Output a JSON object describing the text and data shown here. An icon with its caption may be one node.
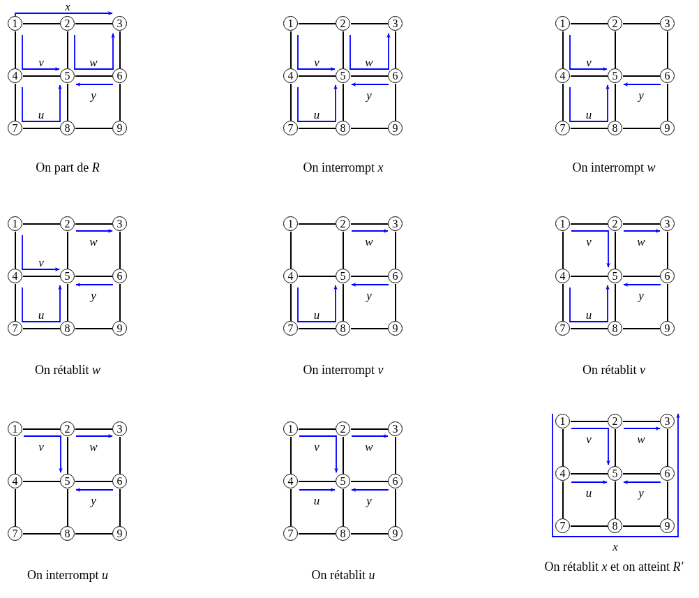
{
  "diagram": {
    "nodes": [
      {
        "text": [
          "1"
        ]
      },
      {
        "text": [
          "2"
        ]
      },
      {
        "text": [
          "3"
        ]
      },
      {
        "text": [
          "4"
        ]
      },
      {
        "text": [
          "5"
        ]
      },
      {
        "text": [
          "6"
        ]
      },
      {
        "text": [
          "7"
        ]
      },
      {
        "text": [
          "8"
        ]
      },
      {
        "text": [
          "9"
        ]
      },
      {
        "text": [
          "1"
        ]
      },
      {
        "text": [
          "2"
        ]
      },
      {
        "text": [
          "3"
        ]
      },
      {
        "text": [
          "4"
        ]
      },
      {
        "text": [
          "5"
        ]
      },
      {
        "text": [
          "6"
        ]
      },
      {
        "text": [
          "7"
        ]
      },
      {
        "text": [
          "8"
        ]
      },
      {
        "text": [
          "9"
        ]
      },
      {
        "text": [
          "1"
        ]
      },
      {
        "text": [
          "2"
        ]
      },
      {
        "text": [
          "3"
        ]
      },
      {
        "text": [
          "4"
        ]
      },
      {
        "text": [
          "5"
        ]
      },
      {
        "text": [
          "6"
        ]
      },
      {
        "text": [
          "7"
        ]
      },
      {
        "text": [
          "8"
        ]
      },
      {
        "text": [
          "9"
        ]
      },
      {
        "text": [
          "1"
        ]
      },
      {
        "text": [
          "2"
        ]
      },
      {
        "text": [
          "3"
        ]
      },
      {
        "text": [
          "4"
        ]
      },
      {
        "text": [
          "5"
        ]
      },
      {
        "text": [
          "6"
        ]
      },
      {
        "text": [
          "7"
        ]
      },
      {
        "text": [
          "8"
        ]
      },
      {
        "text": [
          "9"
        ]
      },
      {
        "text": [
          "1"
        ]
      },
      {
        "text": [
          "2"
        ]
      },
      {
        "text": [
          "3"
        ]
      },
      {
        "text": [
          "4"
        ]
      },
      {
        "text": [
          "5"
        ]
      },
      {
        "text": [
          "6"
        ]
      },
      {
        "text": [
          "7"
        ]
      },
      {
        "text": [
          "8"
        ]
      },
      {
        "text": [
          "9"
        ]
      },
      {
        "text": [
          "1"
        ]
      },
      {
        "text": [
          "2"
        ]
      },
      {
        "text": [
          "3"
        ]
      },
      {
        "text": [
          "4"
        ]
      },
      {
        "text": [
          "5"
        ]
      },
      {
        "text": [
          "6"
        ]
      },
      {
        "text": [
          "7"
        ]
      },
      {
        "text": [
          "8"
        ]
      },
      {
        "text": [
          "9"
        ]
      },
      {
        "text": [
          "1"
        ]
      },
      {
        "text": [
          "2"
        ]
      },
      {
        "text": [
          "3"
        ]
      },
      {
        "text": [
          "4"
        ]
      },
      {
        "text": [
          "5"
        ]
      },
      {
        "text": [
          "6"
        ]
      },
      {
        "text": [
          "7"
        ]
      },
      {
        "text": [
          "8"
        ]
      },
      {
        "text": [
          "9"
        ]
      },
      {
        "text": [
          "1"
        ]
      },
      {
        "text": [
          "2"
        ]
      },
      {
        "text": [
          "3"
        ]
      },
      {
        "text": [
          "4"
        ]
      },
      {
        "text": [
          "5"
        ]
      },
      {
        "text": [
          "6"
        ]
      },
      {
        "text": [
          "7"
        ]
      },
      {
        "text": [
          "8"
        ]
      },
      {
        "text": [
          "9"
        ]
      },
      {
        "text": [
          "1"
        ]
      },
      {
        "text": [
          "2"
        ]
      },
      {
        "text": [
          "3"
        ]
      },
      {
        "text": [
          "4"
        ]
      },
      {
        "text": [
          "5"
        ]
      },
      {
        "text": [
          "6"
        ]
      },
      {
        "text": [
          "7"
        ]
      },
      {
        "text": [
          "8"
        ]
      },
      {
        "text": [
          "9"
        ]
      }
    ],
    "edges": [
      {
        "from": 0,
        "to": 1,
        "arrow": "none"
      },
      {
        "from": 1,
        "to": 2,
        "arrow": "none"
      },
      {
        "from": 3,
        "to": 4,
        "arrow": "none"
      },
      {
        "from": 4,
        "to": 5,
        "arrow": "none"
      },
      {
        "from": 6,
        "to": 7,
        "arrow": "none"
      },
      {
        "from": 7,
        "to": 8,
        "arrow": "none"
      },
      {
        "from": 0,
        "to": 3,
        "arrow": "none"
      },
      {
        "from": 3,
        "to": 6,
        "arrow": "none"
      },
      {
        "from": 1,
        "to": 4,
        "arrow": "none"
      },
      {
        "from": 4,
        "to": 7,
        "arrow": "none"
      },
      {
        "from": 2,
        "to": 5,
        "arrow": "none"
      },
      {
        "from": 5,
        "to": 8,
        "arrow": "none"
      },
      {
        "from": 0,
        "to": 2,
        "arrow": "to",
        "label": "x",
        "color": "#0000ff"
      },
      {
        "from": 0,
        "to": 4,
        "arrow": "to",
        "label": "v",
        "color": "#0000ff"
      },
      {
        "from": 1,
        "to": 2,
        "arrow": "to",
        "label": "w",
        "color": "#0000ff"
      },
      {
        "from": 3,
        "to": 4,
        "arrow": "to",
        "label": "u",
        "color": "#0000ff"
      },
      {
        "from": 5,
        "to": 4,
        "arrow": "to",
        "label": "y",
        "color": "#0000ff"
      },
      {
        "from": 9,
        "to": 10,
        "arrow": "none"
      },
      {
        "from": 10,
        "to": 11,
        "arrow": "none"
      },
      {
        "from": 12,
        "to": 13,
        "arrow": "none"
      },
      {
        "from": 13,
        "to": 14,
        "arrow": "none"
      },
      {
        "from": 15,
        "to": 16,
        "arrow": "none"
      },
      {
        "from": 16,
        "to": 17,
        "arrow": "none"
      },
      {
        "from": 9,
        "to": 12,
        "arrow": "none"
      },
      {
        "from": 12,
        "to": 15,
        "arrow": "none"
      },
      {
        "from": 10,
        "to": 13,
        "arrow": "none"
      },
      {
        "from": 13,
        "to": 16,
        "arrow": "none"
      },
      {
        "from": 11,
        "to": 14,
        "arrow": "none"
      },
      {
        "from": 14,
        "to": 17,
        "arrow": "none"
      },
      {
        "from": 9,
        "to": 13,
        "arrow": "to",
        "label": "v",
        "color": "#0000ff"
      },
      {
        "from": 10,
        "to": 11,
        "arrow": "to",
        "label": "w",
        "color": "#0000ff"
      },
      {
        "from": 12,
        "to": 13,
        "arrow": "to",
        "label": "u",
        "color": "#0000ff"
      },
      {
        "from": 14,
        "to": 13,
        "arrow": "to",
        "label": "y",
        "color": "#0000ff"
      },
      {
        "from": 18,
        "to": 19,
        "arrow": "none"
      },
      {
        "from": 19,
        "to": 20,
        "arrow": "none"
      },
      {
        "from": 21,
        "to": 22,
        "arrow": "none"
      },
      {
        "from": 22,
        "to": 23,
        "arrow": "none"
      },
      {
        "from": 24,
        "to": 25,
        "arrow": "none"
      },
      {
        "from": 25,
        "to": 26,
        "arrow": "none"
      },
      {
        "from": 18,
        "to": 21,
        "arrow": "none"
      },
      {
        "from": 21,
        "to": 24,
        "arrow": "none"
      },
      {
        "from": 19,
        "to": 22,
        "arrow": "none"
      },
      {
        "from": 22,
        "to": 25,
        "arrow": "none"
      },
      {
        "from": 20,
        "to": 23,
        "arrow": "none"
      },
      {
        "from": 23,
        "to": 26,
        "arrow": "none"
      },
      {
        "from": 18,
        "to": 22,
        "arrow": "to",
        "label": "v",
        "color": "#0000ff"
      },
      {
        "from": 21,
        "to": 22,
        "arrow": "to",
        "label": "u",
        "color": "#0000ff"
      },
      {
        "from": 23,
        "to": 22,
        "arrow": "to",
        "label": "y",
        "color": "#0000ff"
      },
      {
        "from": 27,
        "to": 28,
        "arrow": "none"
      },
      {
        "from": 28,
        "to": 29,
        "arrow": "none"
      },
      {
        "from": 30,
        "to": 31,
        "arrow": "none"
      },
      {
        "from": 31,
        "to": 32,
        "arrow": "none"
      },
      {
        "from": 33,
        "to": 34,
        "arrow": "none"
      },
      {
        "from": 34,
        "to": 35,
        "arrow": "none"
      },
      {
        "from": 27,
        "to": 30,
        "arrow": "none"
      },
      {
        "from": 30,
        "to": 33,
        "arrow": "none"
      },
      {
        "from": 28,
        "to": 31,
        "arrow": "none"
      },
      {
        "from": 31,
        "to": 34,
        "arrow": "none"
      },
      {
        "from": 29,
        "to": 32,
        "arrow": "none"
      },
      {
        "from": 32,
        "to": 35,
        "arrow": "none"
      },
      {
        "from": 28,
        "to": 29,
        "arrow": "to",
        "label": "w",
        "color": "#0000ff"
      },
      {
        "from": 27,
        "to": 31,
        "arrow": "to",
        "label": "v",
        "color": "#0000ff"
      },
      {
        "from": 30,
        "to": 31,
        "arrow": "to",
        "label": "u",
        "color": "#0000ff"
      },
      {
        "from": 32,
        "to": 31,
        "arrow": "to",
        "label": "y",
        "color": "#0000ff"
      },
      {
        "from": 36,
        "to": 37,
        "arrow": "none"
      },
      {
        "from": 37,
        "to": 38,
        "arrow": "none"
      },
      {
        "from": 39,
        "to": 40,
        "arrow": "none"
      },
      {
        "from": 40,
        "to": 41,
        "arrow": "none"
      },
      {
        "from": 42,
        "to": 43,
        "arrow": "none"
      },
      {
        "from": 43,
        "to": 44,
        "arrow": "none"
      },
      {
        "from": 36,
        "to": 39,
        "arrow": "none"
      },
      {
        "from": 39,
        "to": 42,
        "arrow": "none"
      },
      {
        "from": 37,
        "to": 40,
        "arrow": "none"
      },
      {
        "from": 40,
        "to": 43,
        "arrow": "none"
      },
      {
        "from": 38,
        "to": 41,
        "arrow": "none"
      },
      {
        "from": 41,
        "to": 44,
        "arrow": "none"
      },
      {
        "from": 37,
        "to": 38,
        "arrow": "to",
        "label": "w",
        "color": "#0000ff"
      },
      {
        "from": 39,
        "to": 40,
        "arrow": "to",
        "label": "u",
        "color": "#0000ff"
      },
      {
        "from": 41,
        "to": 40,
        "arrow": "to",
        "label": "y",
        "color": "#0000ff"
      },
      {
        "from": 45,
        "to": 46,
        "arrow": "none"
      },
      {
        "from": 46,
        "to": 47,
        "arrow": "none"
      },
      {
        "from": 48,
        "to": 49,
        "arrow": "none"
      },
      {
        "from": 49,
        "to": 50,
        "arrow": "none"
      },
      {
        "from": 51,
        "to": 52,
        "arrow": "none"
      },
      {
        "from": 52,
        "to": 53,
        "arrow": "none"
      },
      {
        "from": 45,
        "to": 48,
        "arrow": "none"
      },
      {
        "from": 48,
        "to": 51,
        "arrow": "none"
      },
      {
        "from": 46,
        "to": 49,
        "arrow": "none"
      },
      {
        "from": 49,
        "to": 52,
        "arrow": "none"
      },
      {
        "from": 47,
        "to": 50,
        "arrow": "none"
      },
      {
        "from": 50,
        "to": 53,
        "arrow": "none"
      },
      {
        "from": 45,
        "to": 49,
        "arrow": "to",
        "label": "v",
        "color": "#0000ff"
      },
      {
        "from": 46,
        "to": 47,
        "arrow": "to",
        "label": "w",
        "color": "#0000ff"
      },
      {
        "from": 48,
        "to": 49,
        "arrow": "to",
        "label": "u",
        "color": "#0000ff"
      },
      {
        "from": 50,
        "to": 49,
        "arrow": "to",
        "label": "y",
        "color": "#0000ff"
      },
      {
        "from": 54,
        "to": 55,
        "arrow": "none"
      },
      {
        "from": 55,
        "to": 56,
        "arrow": "none"
      },
      {
        "from": 57,
        "to": 58,
        "arrow": "none"
      },
      {
        "from": 58,
        "to": 59,
        "arrow": "none"
      },
      {
        "from": 60,
        "to": 61,
        "arrow": "none"
      },
      {
        "from": 61,
        "to": 62,
        "arrow": "none"
      },
      {
        "from": 54,
        "to": 57,
        "arrow": "none"
      },
      {
        "from": 57,
        "to": 60,
        "arrow": "none"
      },
      {
        "from": 55,
        "to": 58,
        "arrow": "none"
      },
      {
        "from": 58,
        "to": 61,
        "arrow": "none"
      },
      {
        "from": 56,
        "to": 59,
        "arrow": "none"
      },
      {
        "from": 59,
        "to": 62,
        "arrow": "none"
      },
      {
        "from": 54,
        "to": 58,
        "arrow": "to",
        "label": "v",
        "color": "#0000ff"
      },
      {
        "from": 55,
        "to": 56,
        "arrow": "to",
        "label": "w",
        "color": "#0000ff"
      },
      {
        "from": 59,
        "to": 58,
        "arrow": "to",
        "label": "y",
        "color": "#0000ff"
      },
      {
        "from": 63,
        "to": 64,
        "arrow": "none"
      },
      {
        "from": 64,
        "to": 65,
        "arrow": "none"
      },
      {
        "from": 66,
        "to": 67,
        "arrow": "none"
      },
      {
        "from": 67,
        "to": 68,
        "arrow": "none"
      },
      {
        "from": 69,
        "to": 70,
        "arrow": "none"
      },
      {
        "from": 70,
        "to": 71,
        "arrow": "none"
      },
      {
        "from": 63,
        "to": 66,
        "arrow": "none"
      },
      {
        "from": 66,
        "to": 69,
        "arrow": "none"
      },
      {
        "from": 64,
        "to": 67,
        "arrow": "none"
      },
      {
        "from": 67,
        "to": 70,
        "arrow": "none"
      },
      {
        "from": 65,
        "to": 68,
        "arrow": "none"
      },
      {
        "from": 68,
        "to": 71,
        "arrow": "none"
      },
      {
        "from": 63,
        "to": 67,
        "arrow": "to",
        "label": "v",
        "color": "#0000ff"
      },
      {
        "from": 64,
        "to": 65,
        "arrow": "to",
        "label": "w",
        "color": "#0000ff"
      },
      {
        "from": 66,
        "to": 67,
        "arrow": "to",
        "label": "u",
        "color": "#0000ff"
      },
      {
        "from": 68,
        "to": 67,
        "arrow": "to",
        "label": "y",
        "color": "#0000ff"
      },
      {
        "from": 72,
        "to": 73,
        "arrow": "none"
      },
      {
        "from": 73,
        "to": 74,
        "arrow": "none"
      },
      {
        "from": 75,
        "to": 76,
        "arrow": "none"
      },
      {
        "from": 76,
        "to": 77,
        "arrow": "none"
      },
      {
        "from": 78,
        "to": 79,
        "arrow": "none"
      },
      {
        "from": 79,
        "to": 80,
        "arrow": "none"
      },
      {
        "from": 72,
        "to": 75,
        "arrow": "none"
      },
      {
        "from": 75,
        "to": 78,
        "arrow": "none"
      },
      {
        "from": 73,
        "to": 76,
        "arrow": "none"
      },
      {
        "from": 76,
        "to": 79,
        "arrow": "none"
      },
      {
        "from": 74,
        "to": 77,
        "arrow": "none"
      },
      {
        "from": 77,
        "to": 80,
        "arrow": "none"
      },
      {
        "from": 72,
        "to": 74,
        "arrow": "to",
        "label": "x",
        "color": "#0000ff"
      },
      {
        "from": 72,
        "to": 76,
        "arrow": "to",
        "label": "v",
        "color": "#0000ff"
      },
      {
        "from": 73,
        "to": 74,
        "arrow": "to",
        "label": "w",
        "color": "#0000ff"
      },
      {
        "from": 75,
        "to": 76,
        "arrow": "to",
        "label": "u",
        "color": "#0000ff"
      },
      {
        "from": 77,
        "to": 76,
        "arrow": "to",
        "label": "y",
        "color": "#0000ff"
      }
    ],
    "labels": [
      "On part de *R*",
      "On interrompt *x*",
      "On interrompt *w*",
      "On rétablit *w*",
      "On interrompt *v*",
      "On rétablit *v*",
      "On interrompt *u*",
      "On rétablit *u*",
      "On rétablit *x* et on atteint *R′*"
    ]
  }
}
